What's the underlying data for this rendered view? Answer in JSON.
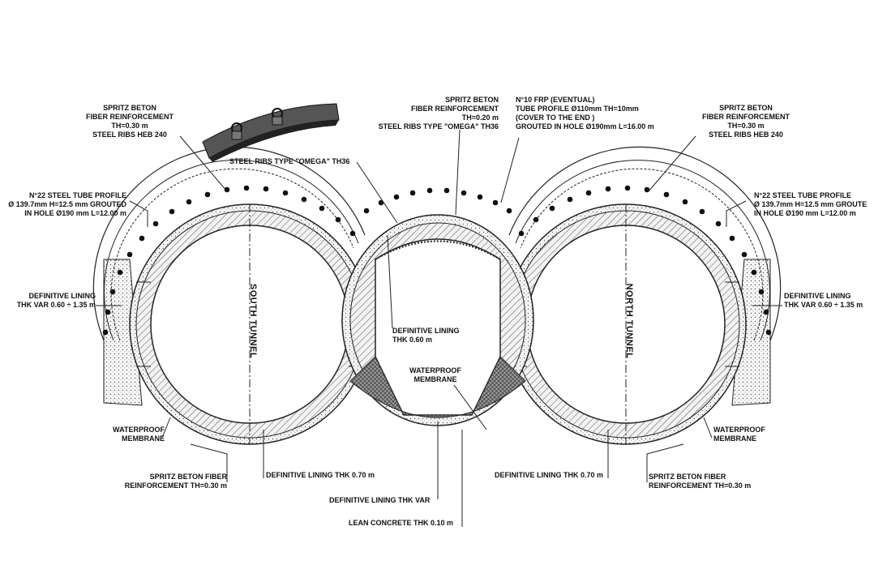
{
  "labels": {
    "spritz_left": [
      "SPRITZ BETON",
      "FIBER REINFORCEMENT",
      "TH=0.30 m",
      "STEEL RIBS HEB 240"
    ],
    "spritz_center": [
      "SPRITZ BETON",
      "FIBER REINFORCEMENT",
      "TH=0.20 m",
      "STEEL RIBS TYPE \"OMEGA\" TH36"
    ],
    "frp": [
      "N°10 FRP (EVENTUAL)",
      "TUBE PROFILE Ø110mm TH=10mm",
      "(COVER TO THE END )",
      "GROUTED IN HOLE Ø190mm L=16.00 m"
    ],
    "spritz_right": [
      "SPRITZ BETON",
      "FIBER REINFORCEMENT",
      "TH=0.30 m",
      "STEEL RIBS HEB 240"
    ],
    "steel_ribs_omega": "STEEL RIBS TYPE \"OMEGA\" TH36",
    "tube_left": [
      "N°22 STEEL TUBE PROFILE",
      "Ø 139.7mm H=12.5 mm GROUTED",
      "IN HOLE Ø190 mm L=12.00 m"
    ],
    "tube_right": [
      "N°22 STEEL TUBE PROFILE",
      "Ø 139.7mm H=12.5 mm GROUTE",
      "IN HOLE Ø190 mm L=12.00 m"
    ],
    "lining_left": [
      "DEFINITIVE LINING",
      "THK VAR 0.60 ÷ 1.35 m"
    ],
    "lining_right": [
      "DEFINITIVE LINING",
      "THK VAR 0.60 ÷ 1.35 m"
    ],
    "lining_center": [
      "DEFINITIVE LINING",
      "THK 0.60  m"
    ],
    "membrane_center": [
      "WATERPROOF",
      "MEMBRANE"
    ],
    "membrane_left": [
      "WATERPROOF",
      "MEMBRANE"
    ],
    "membrane_right": [
      "WATERPROOF",
      "MEMBRANE"
    ],
    "spritz_bottom_left": [
      "SPRITZ BETON FIBER",
      "REINFORCEMENT TH=0.30 m"
    ],
    "lining070_left": "DEFINITIVE LINING  THK 0.70 m",
    "lining070_right": "DEFINITIVE LINING  THK 0.70 m",
    "spritz_bottom_right": [
      "SPRITZ BETON FIBER",
      "REINFORCEMENT TH=0.30 m"
    ],
    "lining_var": "DEFINITIVE LINING  THK VAR",
    "lean_concrete": "LEAN CONCRETE THK 0.10 m",
    "south_tunnel": "SOUTH TUNNEL",
    "north_tunnel": "NORTH TUNNEL"
  }
}
